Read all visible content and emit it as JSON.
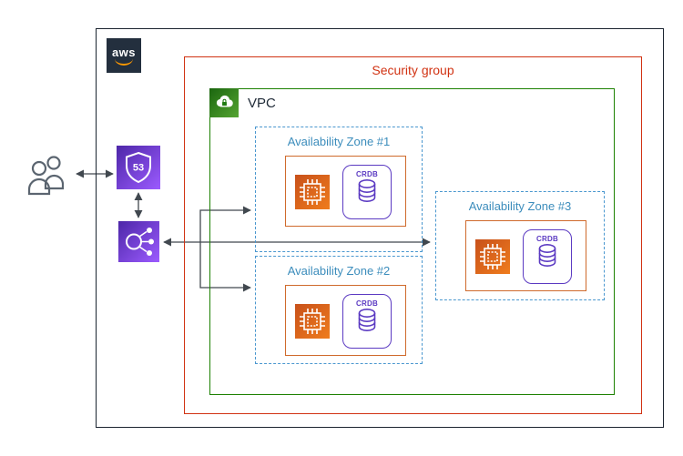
{
  "diagram": {
    "aws_logo_text": "aws",
    "security_group": {
      "label": "Security group",
      "color": "#d13212"
    },
    "vpc": {
      "label": "VPC",
      "color": "#1d8102"
    },
    "zones": [
      {
        "label": "Availability Zone #1"
      },
      {
        "label": "Availability Zone #2"
      },
      {
        "label": "Availability Zone #3"
      }
    ],
    "crdb_label": "CRDB",
    "route53": {
      "shield_text": "53"
    },
    "colors": {
      "outer_border": "#1b2430",
      "security_group_border": "#d13212",
      "vpc_border": "#1d8102",
      "availability_zone_border": "#4a97cf",
      "availability_zone_text": "#3c8dbc",
      "service_box_border": "#cf6a2c",
      "ec2_orange": "#e07021",
      "crdb_purple": "#5b3ac2",
      "network_purple": "#7642d6",
      "aws_dark": "#232f3e",
      "aws_smile_orange": "#ff9900",
      "connector_gray": "#41484f"
    },
    "icons": {
      "aws-logo": "aws smile logo tile",
      "users-icon": "two-person outline",
      "route53-icon": "shield with 53 (Route 53)",
      "elb-icon": "circle with three nodes (load balancer)",
      "vpc-icon": "cloud with lock",
      "ec2-icon": "compute chip",
      "crdb-icon": "database cylinder"
    }
  }
}
